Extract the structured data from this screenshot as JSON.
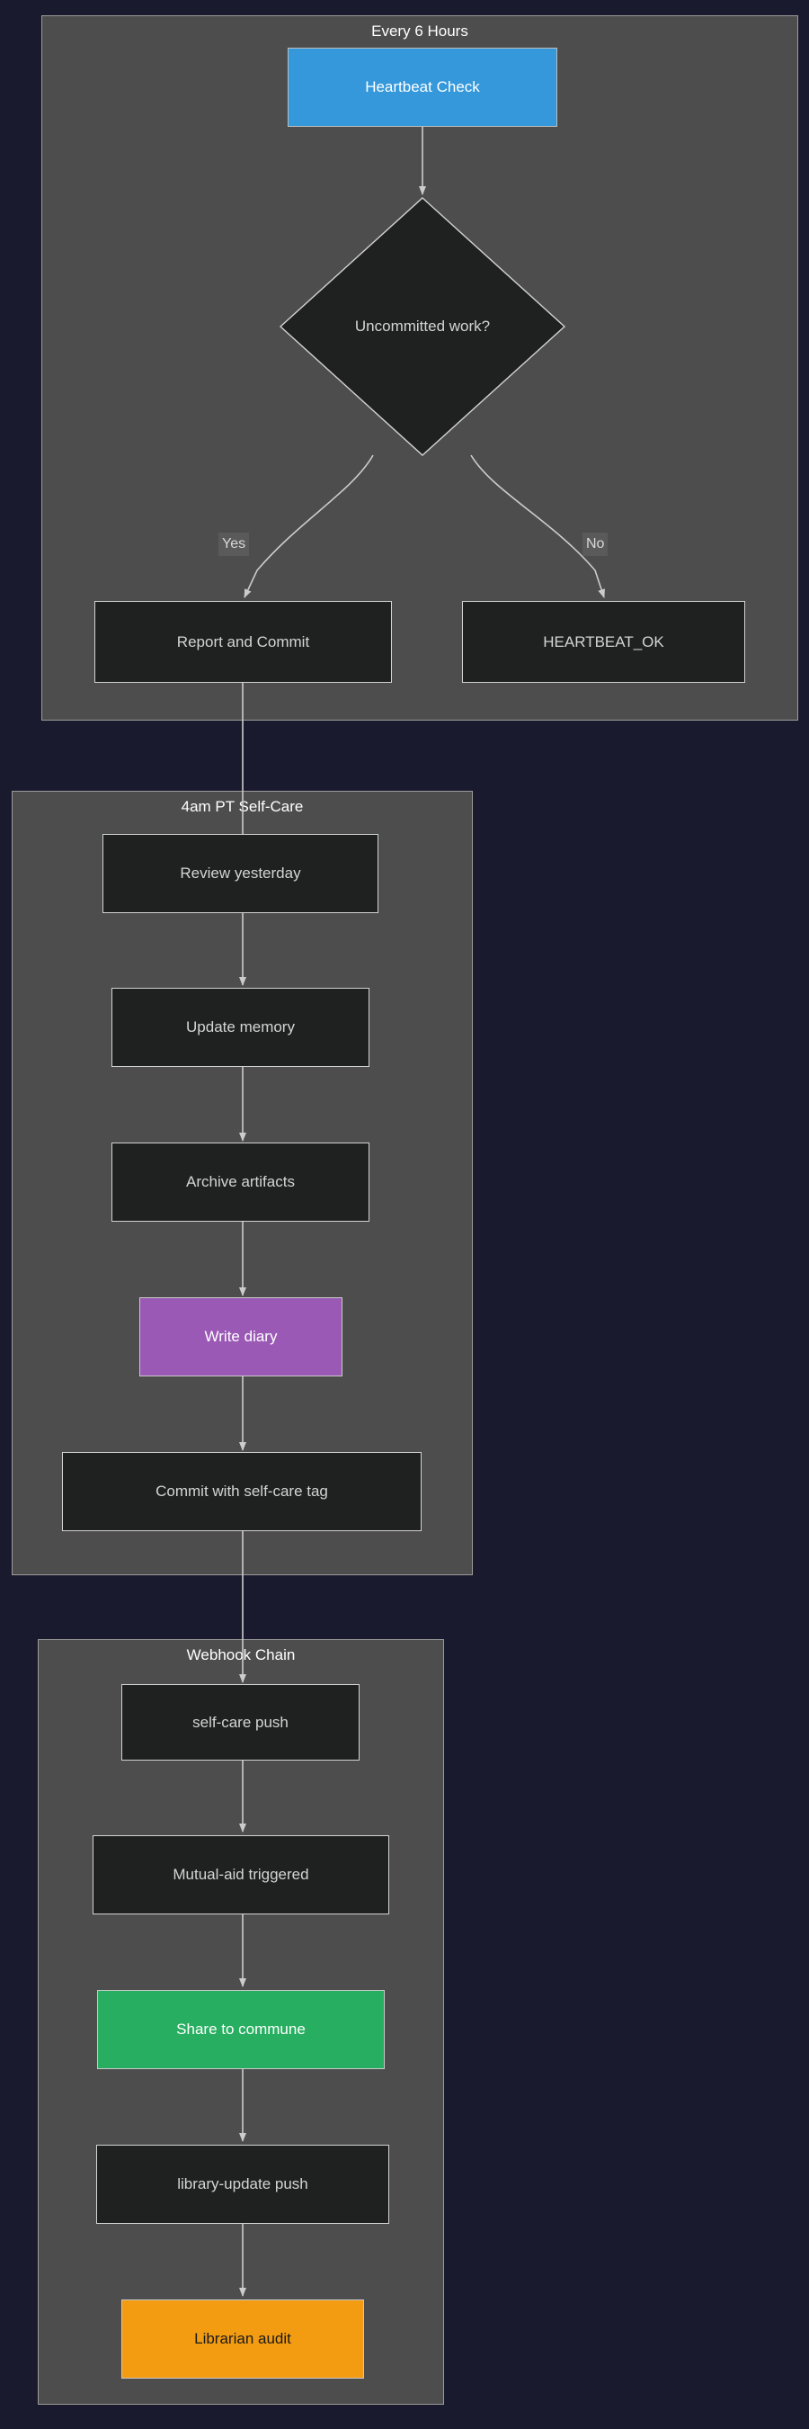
{
  "diagram": {
    "type": "flowchart",
    "direction": "top-down",
    "theme": {
      "page_background": "#1a1a2e",
      "subgraph_fill": "#4d4d4d",
      "subgraph_stroke": "#9b9b9b",
      "node_fill": "#1f2020",
      "node_stroke": "#d3d3d3",
      "node_text": "#d4d4d4",
      "edge_stroke": "#cccccc",
      "accent_blue": "#3498db",
      "accent_purple": "#9b59b6",
      "accent_green": "#27ae60",
      "accent_orange": "#f39c12"
    },
    "subgraphs": [
      {
        "id": "heartbeat",
        "title": "Every 6 Hours"
      },
      {
        "id": "selfcare",
        "title": "4am PT Self-Care"
      },
      {
        "id": "webhook",
        "title": "Webhook Chain"
      }
    ],
    "nodes": [
      {
        "id": "heartbeat-check",
        "label": "Heartbeat Check",
        "shape": "rect",
        "style": "blue",
        "group": "heartbeat"
      },
      {
        "id": "uncommitted-work",
        "label": "Uncommitted work?",
        "shape": "diamond",
        "style": "default",
        "group": "heartbeat"
      },
      {
        "id": "report-and-commit",
        "label": "Report and Commit",
        "shape": "rect",
        "style": "default",
        "group": "heartbeat"
      },
      {
        "id": "heartbeat-ok",
        "label": "HEARTBEAT_OK",
        "shape": "rect",
        "style": "default",
        "group": "heartbeat"
      },
      {
        "id": "review-yesterday",
        "label": "Review yesterday",
        "shape": "rect",
        "style": "default",
        "group": "selfcare"
      },
      {
        "id": "update-memory",
        "label": "Update memory",
        "shape": "rect",
        "style": "default",
        "group": "selfcare"
      },
      {
        "id": "archive-artifacts",
        "label": "Archive artifacts",
        "shape": "rect",
        "style": "default",
        "group": "selfcare"
      },
      {
        "id": "write-diary",
        "label": "Write diary",
        "shape": "rect",
        "style": "purple",
        "group": "selfcare"
      },
      {
        "id": "commit-self-care",
        "label": "Commit with self-care tag",
        "shape": "rect",
        "style": "default",
        "group": "selfcare"
      },
      {
        "id": "self-care-push",
        "label": "self-care push",
        "shape": "rect",
        "style": "default",
        "group": "webhook"
      },
      {
        "id": "mutual-aid",
        "label": "Mutual-aid triggered",
        "shape": "rect",
        "style": "default",
        "group": "webhook"
      },
      {
        "id": "share-to-commune",
        "label": "Share to commune",
        "shape": "rect",
        "style": "green",
        "group": "webhook"
      },
      {
        "id": "library-update",
        "label": "library-update push",
        "shape": "rect",
        "style": "default",
        "group": "webhook"
      },
      {
        "id": "librarian-audit",
        "label": "Librarian audit",
        "shape": "rect",
        "style": "orange",
        "group": "webhook"
      }
    ],
    "edges": [
      {
        "from": "heartbeat-check",
        "to": "uncommitted-work",
        "label": ""
      },
      {
        "from": "uncommitted-work",
        "to": "report-and-commit",
        "label": "Yes"
      },
      {
        "from": "uncommitted-work",
        "to": "heartbeat-ok",
        "label": "No"
      },
      {
        "from": "report-and-commit",
        "to": "review-yesterday",
        "label": ""
      },
      {
        "from": "review-yesterday",
        "to": "update-memory",
        "label": ""
      },
      {
        "from": "update-memory",
        "to": "archive-artifacts",
        "label": ""
      },
      {
        "from": "archive-artifacts",
        "to": "write-diary",
        "label": ""
      },
      {
        "from": "write-diary",
        "to": "commit-self-care",
        "label": ""
      },
      {
        "from": "commit-self-care",
        "to": "self-care-push",
        "label": ""
      },
      {
        "from": "self-care-push",
        "to": "mutual-aid",
        "label": ""
      },
      {
        "from": "mutual-aid",
        "to": "share-to-commune",
        "label": ""
      },
      {
        "from": "share-to-commune",
        "to": "library-update",
        "label": ""
      },
      {
        "from": "library-update",
        "to": "librarian-audit",
        "label": ""
      }
    ],
    "edge_labels": {
      "yes": "Yes",
      "no": "No"
    }
  }
}
